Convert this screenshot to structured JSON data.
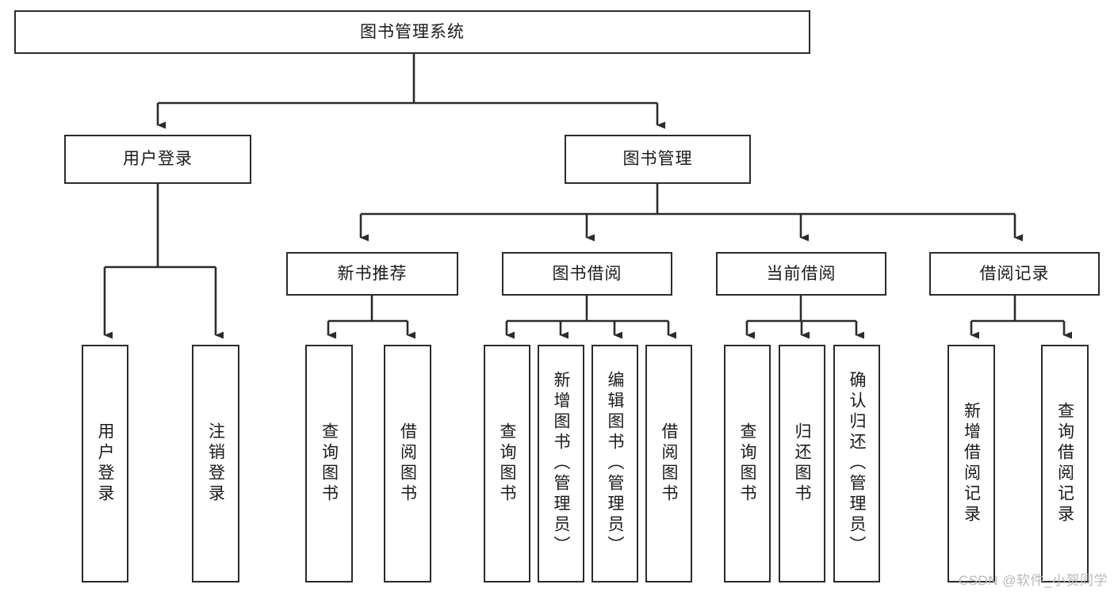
{
  "diagram": {
    "type": "tree-hierarchy-flowchart",
    "title": "图书管理系统",
    "watermark": "CSDN @软件_小贺同学",
    "colors": {
      "box_border": "#2b2b2b",
      "box_fill": "#ffffff",
      "connector": "#2b2b2b",
      "background": "#ffffff",
      "watermark_text": "#b9b9b9"
    },
    "nodes": {
      "root": {
        "label": "图书管理系统",
        "level": 1,
        "orientation": "horizontal"
      },
      "l2": [
        {
          "id": "user-login",
          "label": "用户登录",
          "level": 2,
          "orientation": "horizontal"
        },
        {
          "id": "book-management",
          "label": "图书管理",
          "level": 2,
          "orientation": "horizontal"
        }
      ],
      "l3": [
        {
          "id": "new-book-recommend",
          "label": "新书推荐",
          "level": 3,
          "orientation": "horizontal",
          "parent": "book-management"
        },
        {
          "id": "book-borrow",
          "label": "图书借阅",
          "level": 3,
          "orientation": "horizontal",
          "parent": "book-management"
        },
        {
          "id": "current-borrow",
          "label": "当前借阅",
          "level": 3,
          "orientation": "horizontal",
          "parent": "book-management"
        },
        {
          "id": "borrow-record",
          "label": "借阅记录",
          "level": 3,
          "orientation": "horizontal",
          "parent": "book-management"
        }
      ],
      "leaves": [
        {
          "id": "leaf-user-login",
          "label": "用户登录",
          "parent": "user-login"
        },
        {
          "id": "leaf-logout-login",
          "label": "注销登录",
          "parent": "user-login"
        },
        {
          "id": "leaf-query-book-1",
          "label": "查询图书",
          "parent": "new-book-recommend"
        },
        {
          "id": "leaf-borrow-book-1",
          "label": "借阅图书",
          "parent": "new-book-recommend"
        },
        {
          "id": "leaf-query-book-2",
          "label": "查询图书",
          "parent": "book-borrow"
        },
        {
          "id": "leaf-add-book",
          "label": "新增图书（管理员）",
          "parent": "book-borrow"
        },
        {
          "id": "leaf-edit-book",
          "label": "编辑图书（管理员）",
          "parent": "book-borrow"
        },
        {
          "id": "leaf-borrow-book-2",
          "label": "借阅图书",
          "parent": "book-borrow"
        },
        {
          "id": "leaf-query-book-3",
          "label": "查询图书",
          "parent": "current-borrow"
        },
        {
          "id": "leaf-return-book",
          "label": "归还图书",
          "parent": "current-borrow"
        },
        {
          "id": "leaf-confirm-return",
          "label": "确认归还（管理员）",
          "parent": "current-borrow"
        },
        {
          "id": "leaf-add-record",
          "label": "新增借阅记录",
          "parent": "borrow-record"
        },
        {
          "id": "leaf-query-record",
          "label": "查询借阅记录",
          "parent": "borrow-record"
        }
      ]
    }
  }
}
